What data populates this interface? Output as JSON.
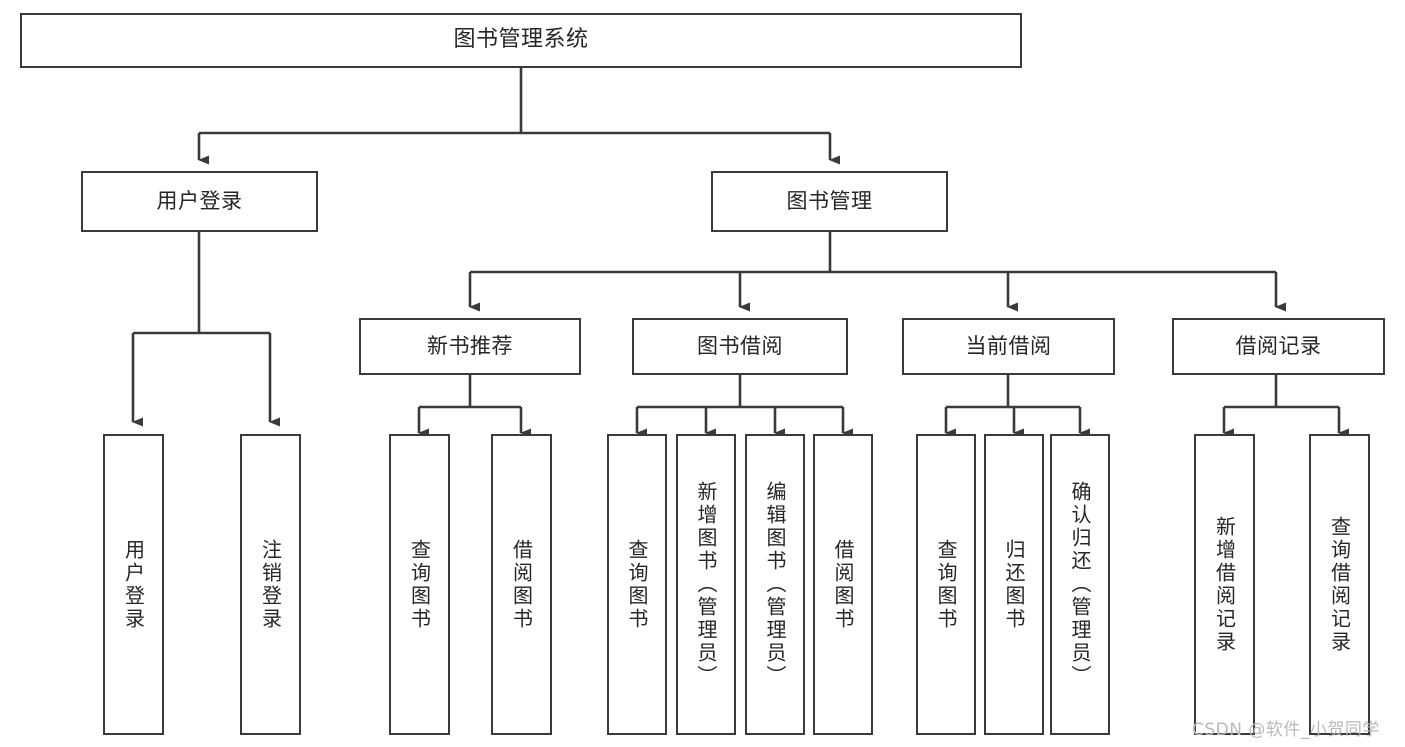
{
  "diagram": {
    "type": "tree",
    "title": "图书管理系统",
    "root": {
      "label": "图书管理系统"
    },
    "level2": [
      {
        "label": "用户登录"
      },
      {
        "label": "图书管理"
      }
    ],
    "level3": [
      {
        "label": "新书推荐"
      },
      {
        "label": "图书借阅"
      },
      {
        "label": "当前借阅"
      },
      {
        "label": "借阅记录"
      }
    ],
    "leaves": {
      "user_login": [
        {
          "label": "用户登录"
        },
        {
          "label": "注销登录"
        }
      ],
      "new_book_recommend": [
        {
          "label": "查询图书"
        },
        {
          "label": "借阅图书"
        }
      ],
      "book_borrow": [
        {
          "label": "查询图书"
        },
        {
          "label": "新增图书（管理员）"
        },
        {
          "label": "编辑图书（管理员）"
        },
        {
          "label": "借阅图书"
        }
      ],
      "current_borrow": [
        {
          "label": "查询图书"
        },
        {
          "label": "归还图书"
        },
        {
          "label": "确认归还（管理员）"
        }
      ],
      "borrow_record": [
        {
          "label": "新增借阅记录"
        },
        {
          "label": "查询借阅记录"
        }
      ]
    }
  },
  "watermark": {
    "text": "CSDN @软件_小贺同学"
  },
  "colors": {
    "border": "#3a3a3a",
    "text": "#262626",
    "background": "#ffffff",
    "watermark": "#b9b9b9"
  }
}
